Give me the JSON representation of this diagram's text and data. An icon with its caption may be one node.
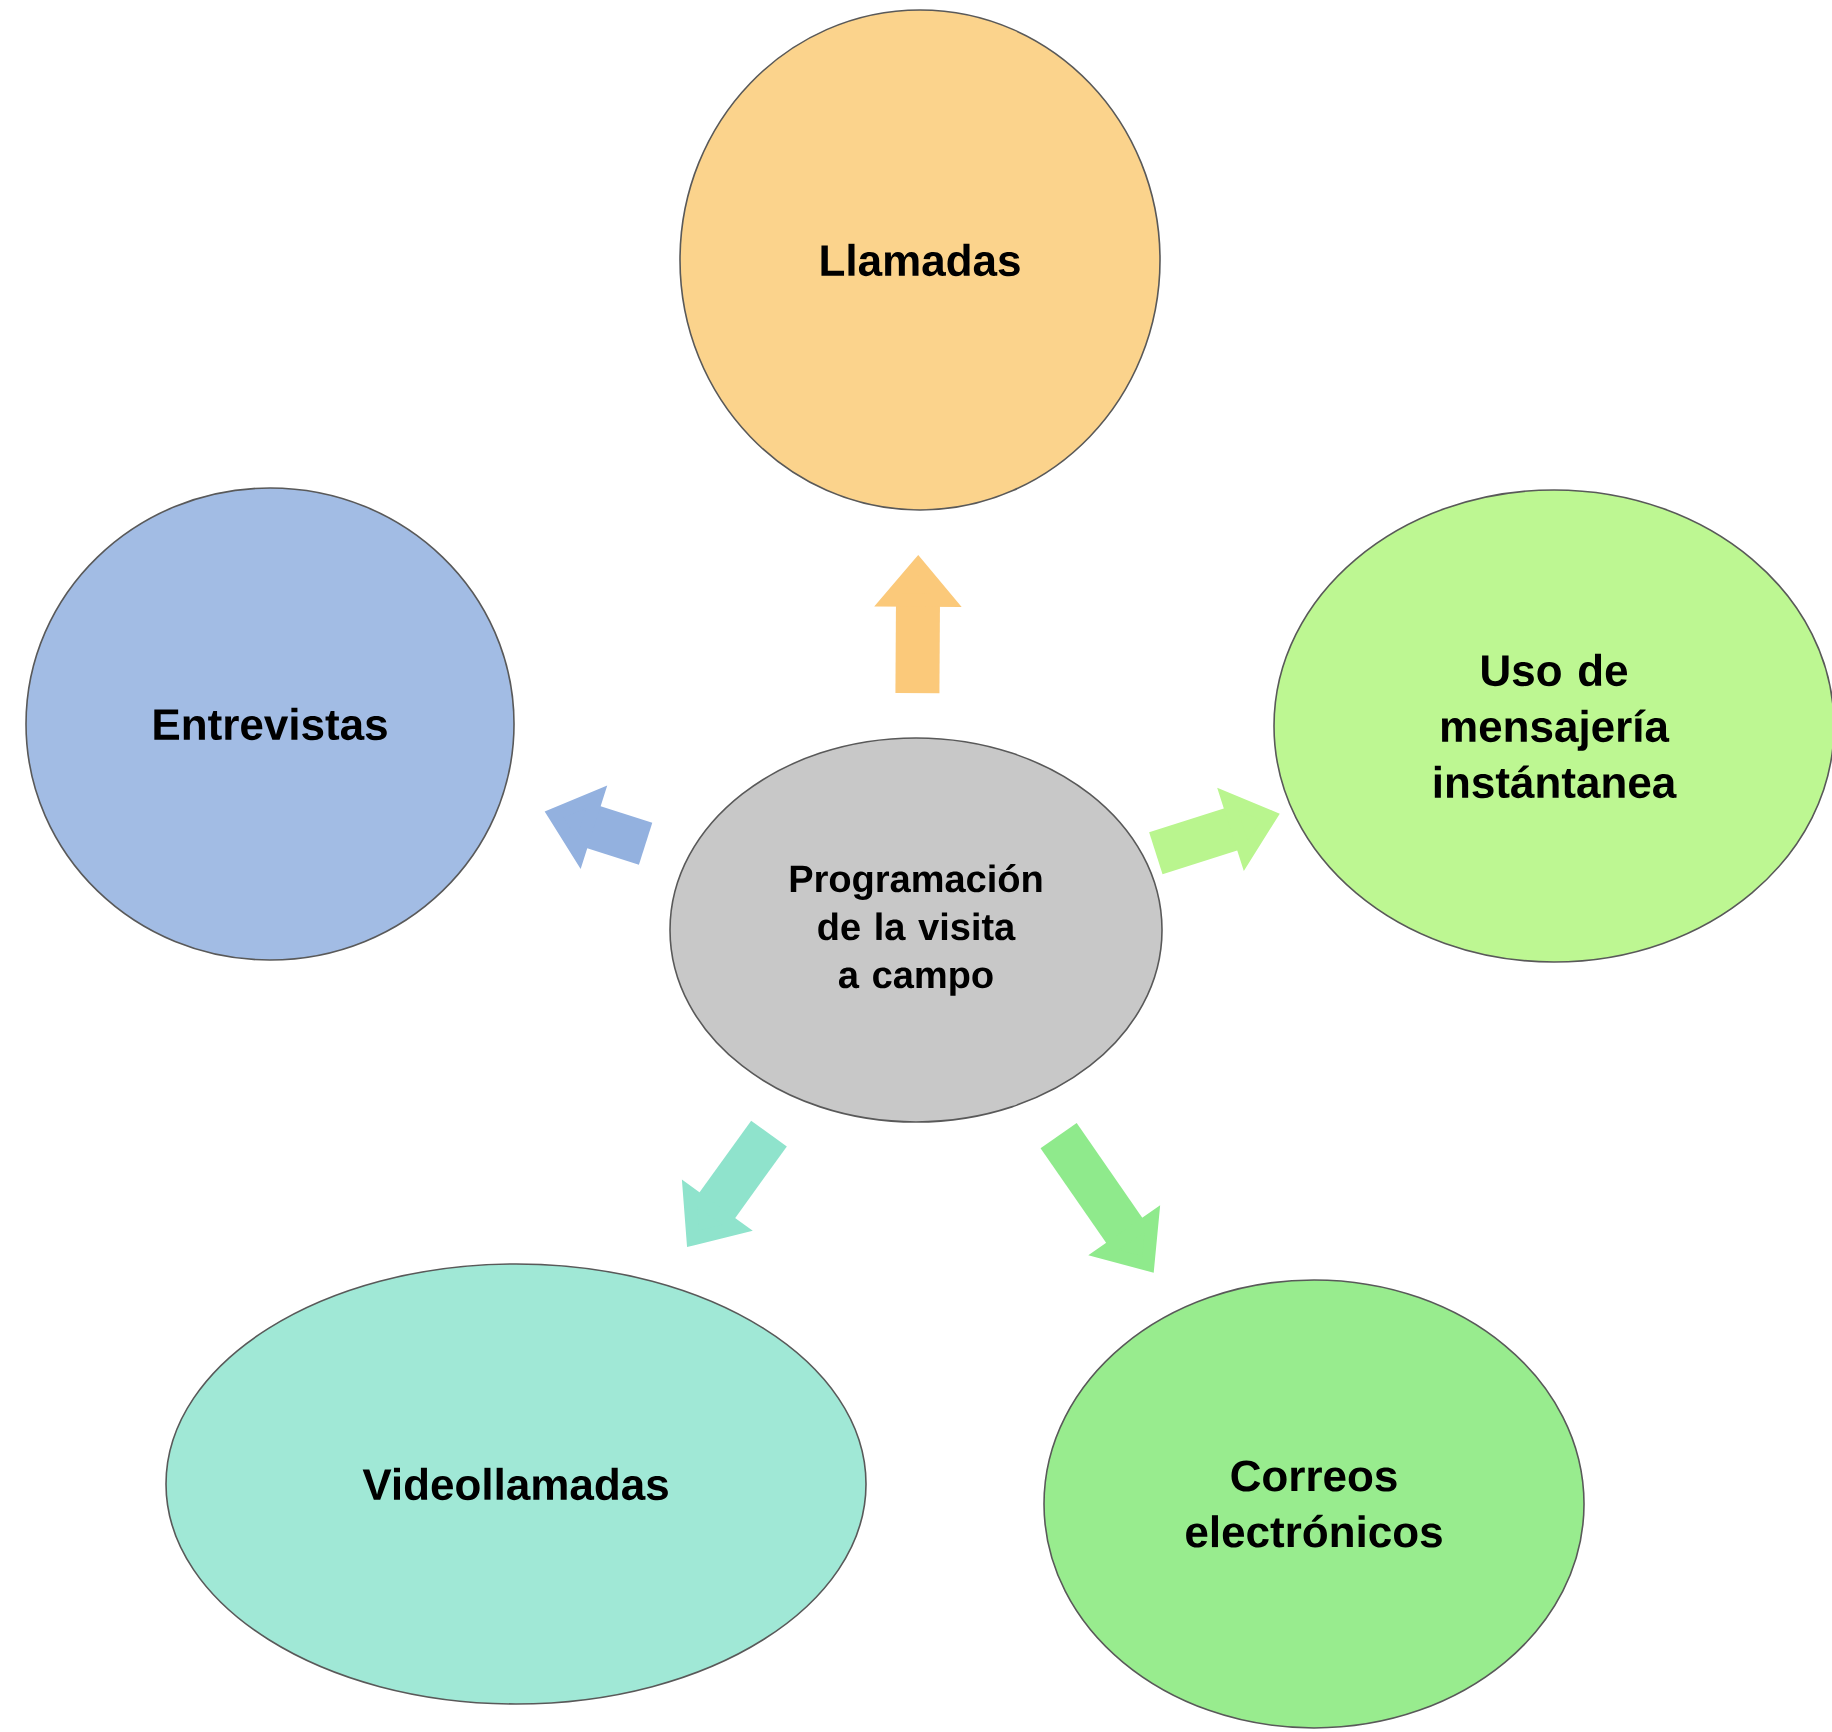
{
  "diagram": {
    "nodes": [
      {
        "text": [
          "Programación de la visita a campo"
        ]
      },
      {
        "text": [
          "Llamadas"
        ]
      },
      {
        "text": [
          "Uso de mensajería instántanea"
        ]
      },
      {
        "text": [
          "Correos electrónicos"
        ]
      },
      {
        "text": [
          "Videollamadas"
        ]
      },
      {
        "text": [
          "Entrevistas"
        ]
      }
    ],
    "edges": [
      {
        "from": 0,
        "to": 1,
        "arrow": "to",
        "color": "#fbc97a"
      },
      {
        "from": 0,
        "to": 2,
        "arrow": "to",
        "color": "#b9f58e"
      },
      {
        "from": 0,
        "to": 3,
        "arrow": "to",
        "color": "#8fea8c"
      },
      {
        "from": 0,
        "to": 4,
        "arrow": "to",
        "color": "#8fe3cc"
      },
      {
        "from": 0,
        "to": 5,
        "arrow": "to",
        "color": "#93b1df"
      }
    ]
  }
}
